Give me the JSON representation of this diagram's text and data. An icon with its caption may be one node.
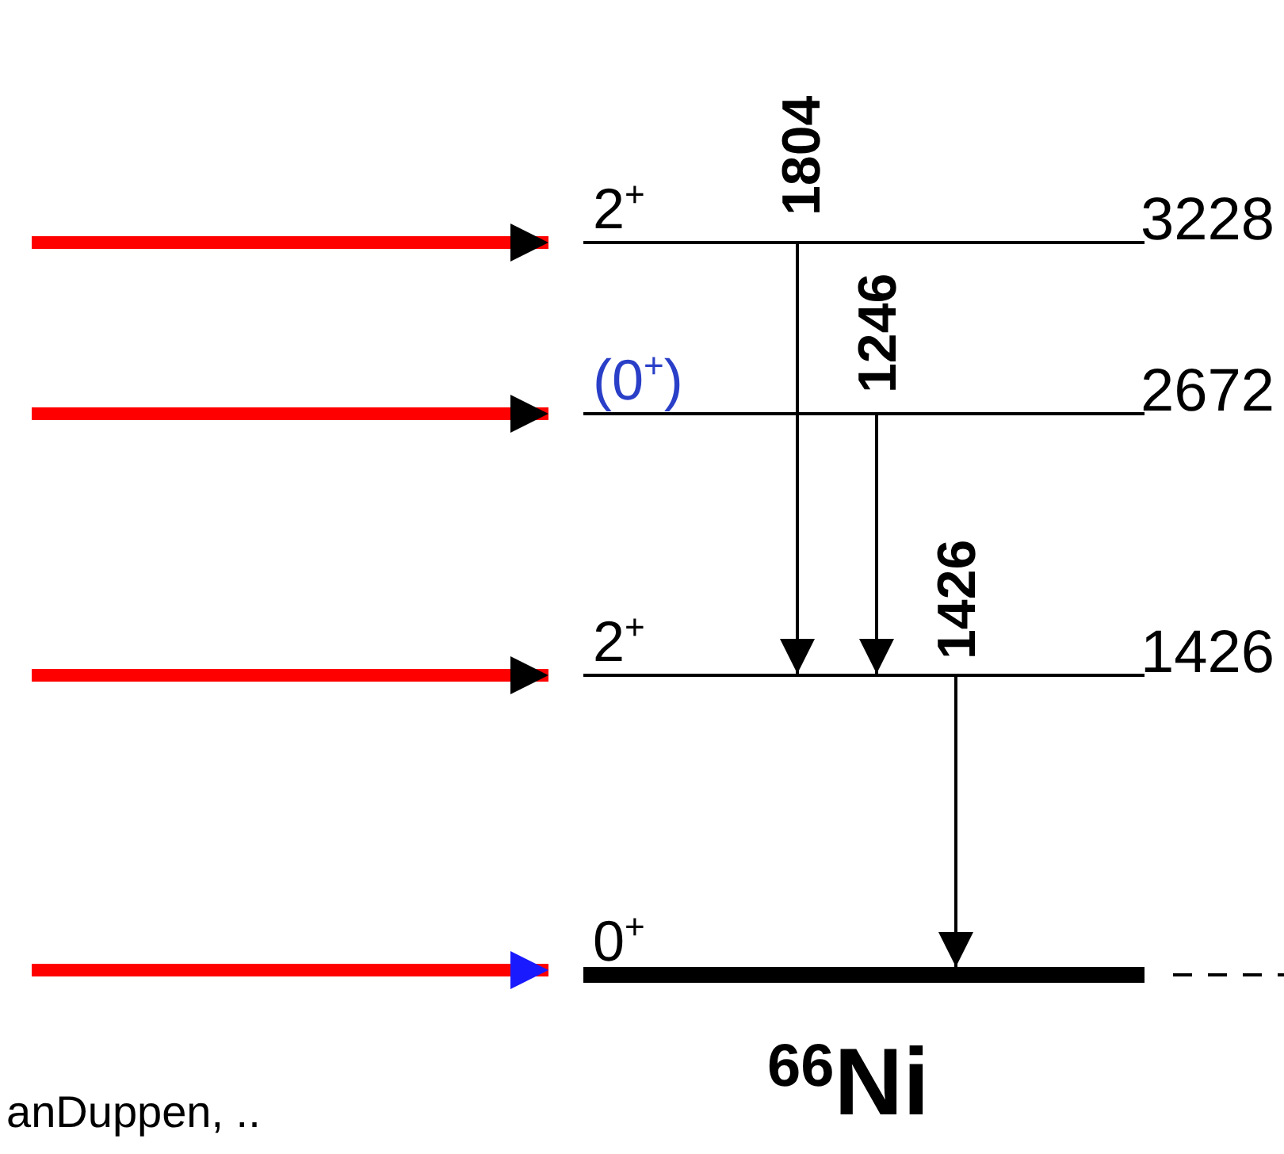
{
  "diagram": {
    "nodes": [
      {
        "text": [
          "2$^{+}$",
          "3228"
        ]
      },
      {
        "text": [
          "(0$^{+}$)",
          "2672"
        ]
      },
      {
        "text": [
          "2$^{+}$",
          "1426"
        ]
      },
      {
        "text": [
          "0$^{+}$"
        ]
      }
    ],
    "edges": [
      {
        "from": 0,
        "to": 2,
        "arrow": "to",
        "label": "1804",
        "color": "#000000"
      },
      {
        "from": 1,
        "to": 2,
        "arrow": "to",
        "label": "1246",
        "color": "#000000"
      },
      {
        "from": 2,
        "to": 3,
        "arrow": "to",
        "label": "1426",
        "color": "#000000"
      },
      {
        "from": null,
        "to": 0,
        "arrow": "to"
      },
      {
        "from": null,
        "to": 1,
        "arrow": "to"
      },
      {
        "from": null,
        "to": 2,
        "arrow": "to"
      },
      {
        "from": null,
        "to": 3,
        "arrow": "to"
      }
    ],
    "labels": [
      "$^{66}$Ni",
      "anDuppen, .."
    ]
  }
}
